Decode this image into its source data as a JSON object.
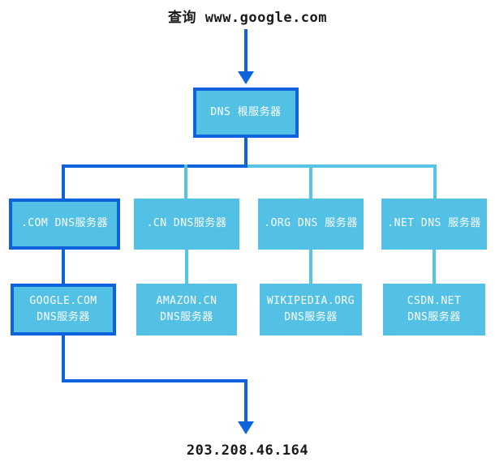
{
  "query": {
    "text": "查询 www.google.com"
  },
  "result": {
    "ip": "203.208.46.164"
  },
  "colors": {
    "highlight_blue": "#0d63db",
    "node_fill": "#53c1e6",
    "connector_light": "#58c3e8",
    "node_text": "#ffffff",
    "label_text": "#1a1a1a"
  },
  "nodes": {
    "root": {
      "label": "DNS 根服务器"
    },
    "tld": [
      {
        "label": ".COM DNS服务器"
      },
      {
        "label": ".CN DNS服务器"
      },
      {
        "label": ".ORG DNS 服务器"
      },
      {
        "label": ".NET DNS 服务器"
      }
    ],
    "authoritative": [
      {
        "line1": "GOOGLE.COM",
        "line2": "DNS服务器"
      },
      {
        "line1": "AMAZON.CN",
        "line2": "DNS服务器"
      },
      {
        "line1": "WIKIPEDIA.ORG",
        "line2": "DNS服务器"
      },
      {
        "line1": "CSDN.NET",
        "line2": "DNS服务器"
      }
    ]
  }
}
